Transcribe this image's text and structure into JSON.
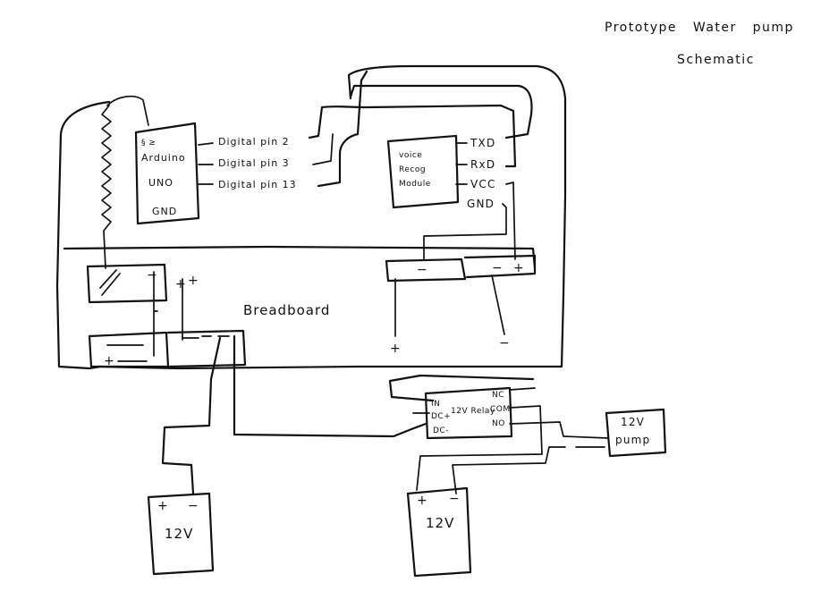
{
  "title": {
    "line1": "Prototype   Water   pump",
    "line2": "Schematic"
  },
  "arduino": {
    "label_top": "Arduino",
    "label_uno": "UNO",
    "label_gnd": "GND"
  },
  "pins": {
    "pin2": "Digital pin 2",
    "pin3": "Digital pin 3",
    "pin13": "Digital pin 13"
  },
  "voice_module": {
    "line1": "voice",
    "line2": "Recog",
    "line3": "Module",
    "txd": "TXD",
    "rxd": "RxD",
    "vcc": "VCC",
    "gnd": "GND"
  },
  "breadboard": {
    "label": "Breadboard"
  },
  "relay": {
    "label": "12V Relay",
    "in": "IN",
    "dc_plus": "DC+",
    "dc_minus": "DC-",
    "nc": "NC",
    "com": "COM",
    "no": "NO"
  },
  "pump": {
    "line1": "12V",
    "line2": "pump"
  },
  "battery_left": {
    "label": "12V"
  },
  "battery_right": {
    "label": "12V"
  },
  "symbols": {
    "plus": "+",
    "minus": "−"
  }
}
